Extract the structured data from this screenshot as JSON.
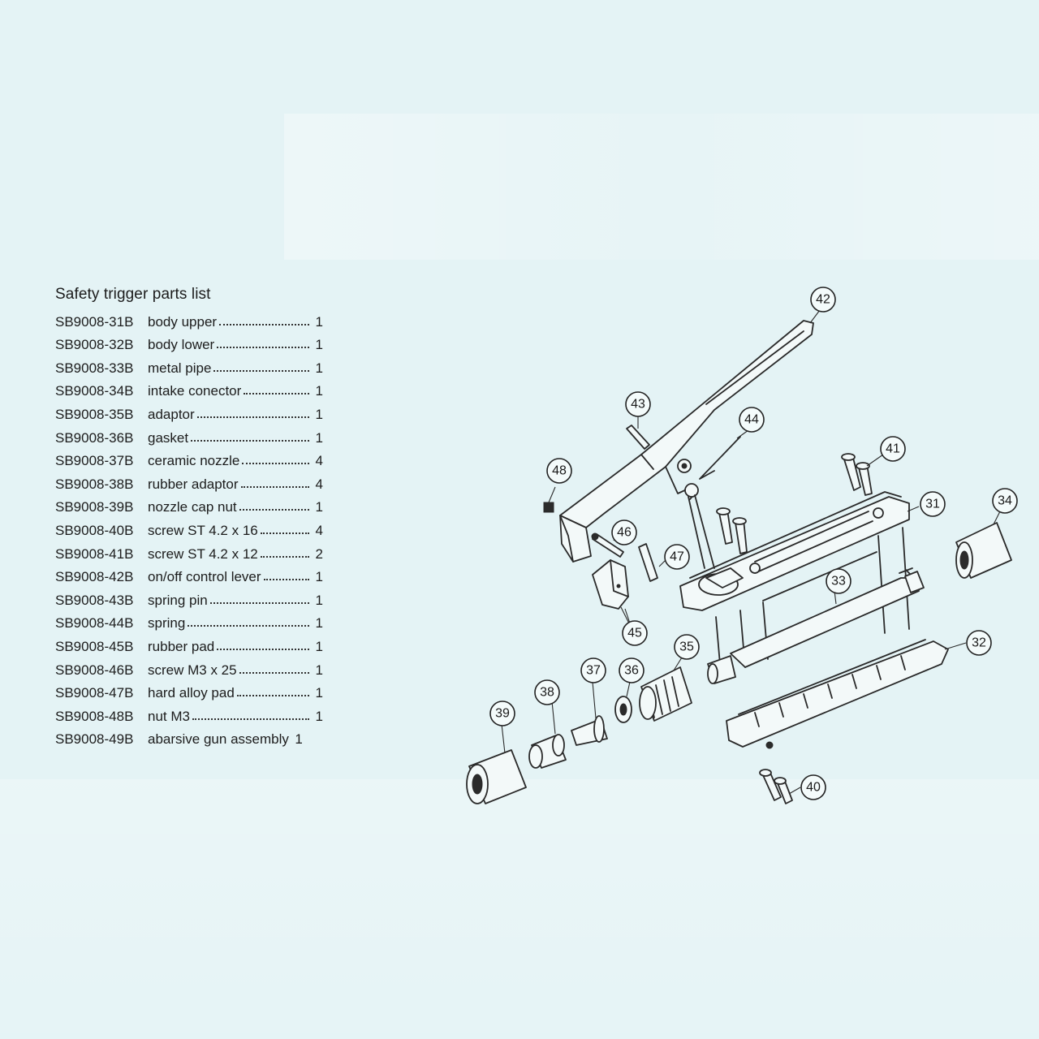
{
  "parts_list": {
    "title": "Safety trigger parts list",
    "items": [
      {
        "code": "SB9008-31B",
        "desc": "body upper",
        "qty": "1"
      },
      {
        "code": "SB9008-32B",
        "desc": "body lower",
        "qty": "1"
      },
      {
        "code": "SB9008-33B",
        "desc": "metal pipe",
        "qty": "1"
      },
      {
        "code": "SB9008-34B",
        "desc": "intake conector",
        "qty": "1"
      },
      {
        "code": "SB9008-35B",
        "desc": "adaptor",
        "qty": "1"
      },
      {
        "code": "SB9008-36B",
        "desc": "gasket",
        "qty": "1"
      },
      {
        "code": "SB9008-37B",
        "desc": "ceramic nozzle",
        "qty": "4"
      },
      {
        "code": "SB9008-38B",
        "desc": "rubber adaptor",
        "qty": "4"
      },
      {
        "code": "SB9008-39B",
        "desc": "nozzle cap nut",
        "qty": "1"
      },
      {
        "code": "SB9008-40B",
        "desc": "screw ST 4.2 x 16",
        "qty": "4"
      },
      {
        "code": "SB9008-41B",
        "desc": "screw ST 4.2 x 12",
        "qty": "2"
      },
      {
        "code": "SB9008-42B",
        "desc": "on/off control lever",
        "qty": "1"
      },
      {
        "code": "SB9008-43B",
        "desc": "spring pin",
        "qty": "1"
      },
      {
        "code": "SB9008-44B",
        "desc": "spring",
        "qty": "1"
      },
      {
        "code": "SB9008-45B",
        "desc": "rubber pad",
        "qty": "1"
      },
      {
        "code": "SB9008-46B",
        "desc": "screw M3 x  25",
        "qty": "1"
      },
      {
        "code": "SB9008-47B",
        "desc": "hard alloy pad",
        "qty": "1"
      },
      {
        "code": "SB9008-48B",
        "desc": "nut M3",
        "qty": "1"
      },
      {
        "code": "SB9008-49B",
        "desc": "abarsive gun assembly",
        "qty": "1",
        "no_dots": true
      }
    ]
  },
  "callouts": [
    "31",
    "32",
    "33",
    "34",
    "35",
    "36",
    "37",
    "38",
    "39",
    "40",
    "41",
    "42",
    "43",
    "44",
    "45",
    "46",
    "47",
    "48"
  ]
}
